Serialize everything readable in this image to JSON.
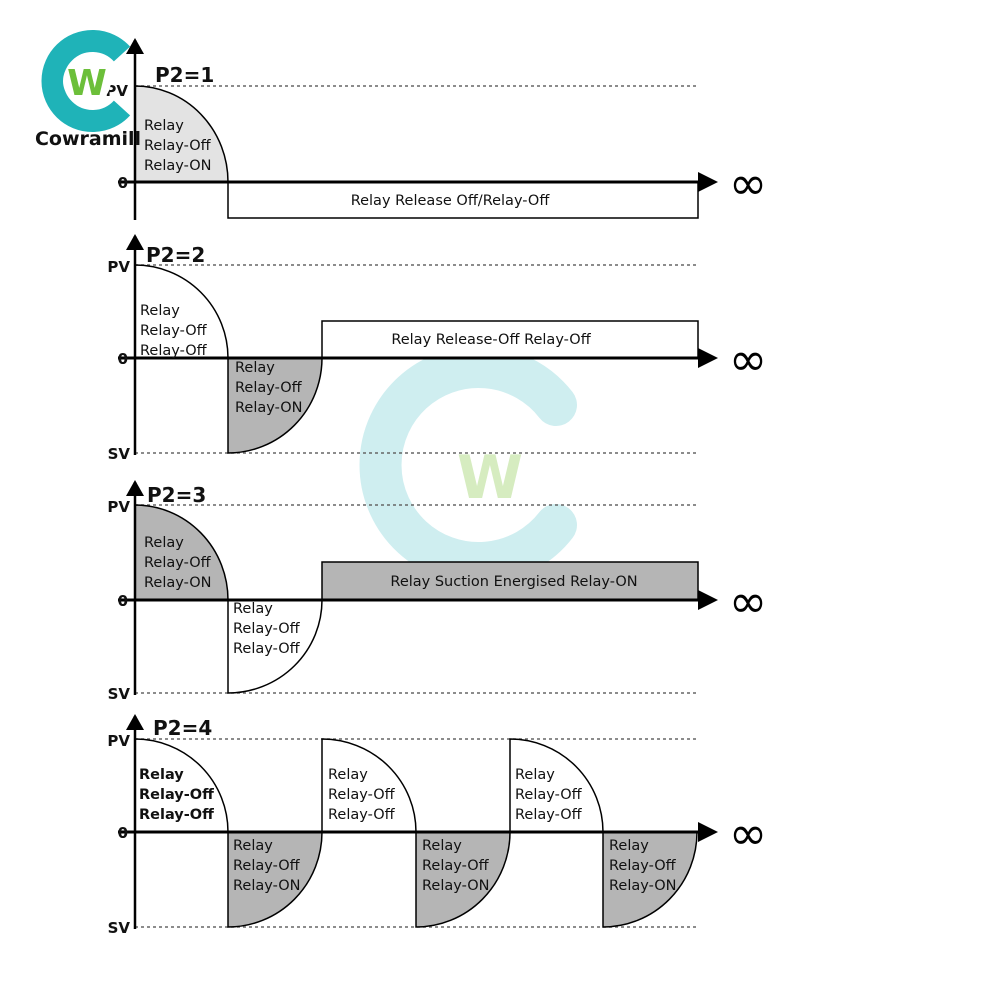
{
  "brand": {
    "name": "Cowramill",
    "logo_letter": "W",
    "colors": {
      "ring": "#1fb3b8",
      "ring_watermark": "#cfeef0",
      "w_green": "#6cbf3a",
      "w_watermark": "#d6ecc0",
      "text": "#111111",
      "text_watermark": "#b9b9b9"
    }
  },
  "colors": {
    "shade": "#b5b5b5",
    "shade_light": "#e3e3e3",
    "line": "#000000",
    "dotted": "#666666"
  },
  "axis": {
    "pv": "PV",
    "zero": "0",
    "sv": "SV",
    "infinity": "∞"
  },
  "panels": [
    {
      "title": "P2=1",
      "pulse_above": [
        "Relay",
        "Relay-Off",
        "Relay-ON"
      ],
      "band_label": "Relay Release Off/Relay-Off"
    },
    {
      "title": "P2=2",
      "pulse_above": [
        "Relay",
        "Relay-Off",
        "Relay-Off"
      ],
      "pulse_below": [
        "Relay",
        "Relay-Off",
        "Relay-ON"
      ],
      "band_label": "Relay Release-Off Relay-Off"
    },
    {
      "title": "P2=3",
      "pulse_above": [
        "Relay",
        "Relay-Off",
        "Relay-ON"
      ],
      "pulse_below": [
        "Relay",
        "Relay-Off",
        "Relay-Off"
      ],
      "band_label": "Relay Suction Energised Relay-ON"
    },
    {
      "title": "P2=4",
      "pulses_above": [
        [
          "Relay",
          "Relay-Off",
          "Relay-Off"
        ],
        [
          "Relay",
          "Relay-Off",
          "Relay-Off"
        ],
        [
          "Relay",
          "Relay-Off",
          "Relay-Off"
        ]
      ],
      "pulses_below": [
        [
          "Relay",
          "Relay-Off",
          "Relay-ON"
        ],
        [
          "Relay",
          "Relay-Off",
          "Relay-ON"
        ],
        [
          "Relay",
          "Relay-Off",
          "Relay-ON"
        ]
      ]
    }
  ]
}
